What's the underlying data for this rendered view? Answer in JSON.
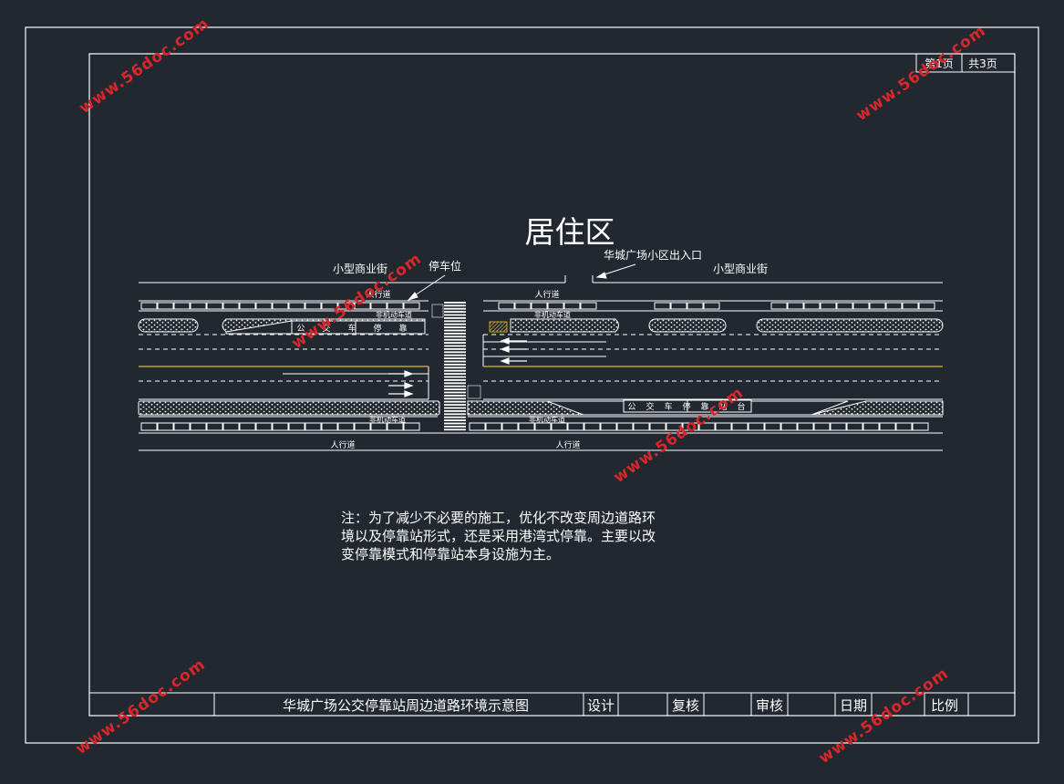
{
  "page": {
    "page_no": "第1页",
    "page_total": "共3页"
  },
  "diagram": {
    "zone_title": "居住区",
    "left_shop_label": "小型商业街",
    "right_shop_label": "小型商业街",
    "parking_label": "停车位",
    "entrance_label": "华城广场小区出入口",
    "sidewalk_labels": [
      "人行道",
      "人行道",
      "人行道",
      "人行道"
    ],
    "nonmotor_labels": [
      "非机动车道",
      "非机动车道",
      "非机动车道",
      "非机动车道"
    ],
    "bus_bay_left": [
      "公",
      "交",
      "车",
      "停",
      "靠"
    ],
    "bus_bay_right": [
      "公",
      "交",
      "车",
      "停",
      "靠",
      "站",
      "台"
    ]
  },
  "note": {
    "lines": [
      "注：为了减少不必要的施工，优化不改变周边道路环",
      "境以及停靠站形式，还是采用港湾式停靠。主要以改",
      "变停靠模式和停靠站本身设施为主。"
    ]
  },
  "title_block": {
    "drawing_title": "华城广场公交停靠站周边道路环境示意图",
    "design": "设计",
    "check": "复核",
    "review": "审核",
    "date": "日期",
    "scale": "比例"
  },
  "watermark": {
    "text": "www.56doc.com"
  },
  "colors": {
    "background": "#212830",
    "line": "#ffffff",
    "centerline": "#c8a020",
    "watermark": "#d8262b"
  }
}
